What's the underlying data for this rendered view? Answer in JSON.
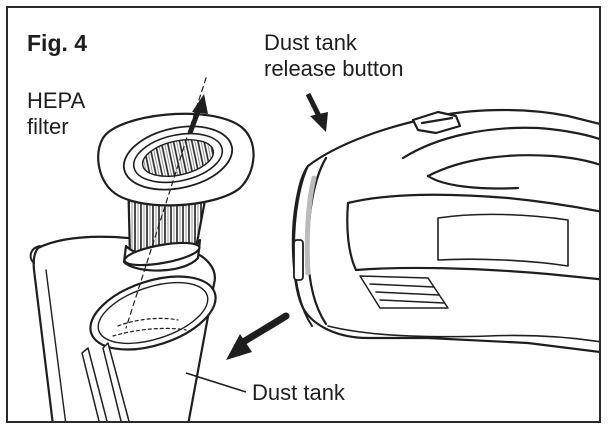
{
  "figure": {
    "title": "Fig. 4",
    "labels": {
      "hepa_line1": "HEPA",
      "hepa_line2": "filter",
      "release_line1": "Dust tank",
      "release_line2": "release button",
      "dust_tank": "Dust tank"
    }
  },
  "colors": {
    "ink": "#1e1e1e",
    "paper": "#ffffff",
    "shade": "#d9d9d9"
  }
}
